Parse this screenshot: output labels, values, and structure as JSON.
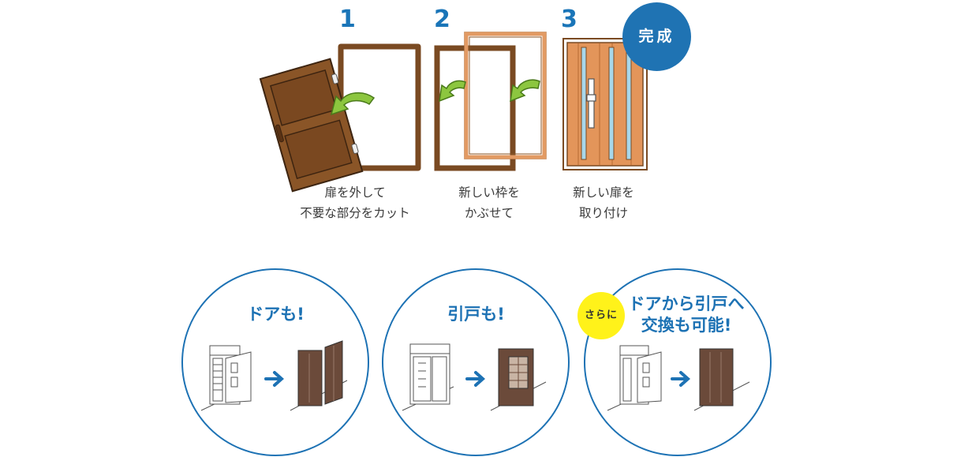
{
  "steps": [
    {
      "number": "1",
      "caption_line1": "扉を外して",
      "caption_line2": "不要な部分をカット"
    },
    {
      "number": "2",
      "caption_line1": "新しい枠を",
      "caption_line2": "かぶせて"
    },
    {
      "number": "3",
      "caption_line1": "新しい扉を",
      "caption_line2": "取り付け"
    }
  ],
  "complete_badge": "完成",
  "cases": [
    {
      "title_line1": "ドアも!",
      "title_line2": ""
    },
    {
      "title_line1": "引戸も!",
      "title_line2": ""
    },
    {
      "title_line1": "ドアから引戸へ",
      "title_line2": "交換も可能!"
    }
  ],
  "extra_badge": "さらに",
  "colors": {
    "accent_blue": "#1d72b4",
    "door_brown": "#7a4a22",
    "frame_orange": "#e29a63",
    "arrow_green": "#8cc63f",
    "badge_yellow": "#fff21a"
  }
}
